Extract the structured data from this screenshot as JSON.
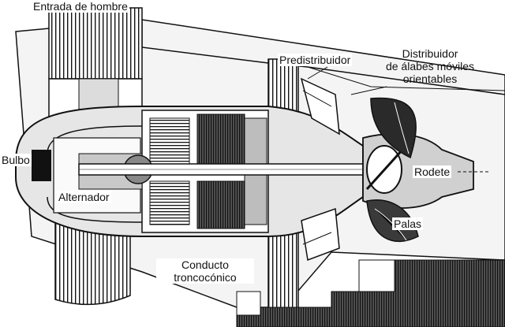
{
  "labels": {
    "entrada": "Entrada de hombre",
    "predistribuidor": "Predistribuidor",
    "distribuidor": [
      "Distribuidor",
      "de álabes móviles",
      "orientables"
    ],
    "bulbo": "Bulbo",
    "alternador": "Alternador",
    "rodete": "Rodete",
    "palas": "Palas",
    "conducto": [
      "Conducto",
      "troncocónico"
    ]
  }
}
